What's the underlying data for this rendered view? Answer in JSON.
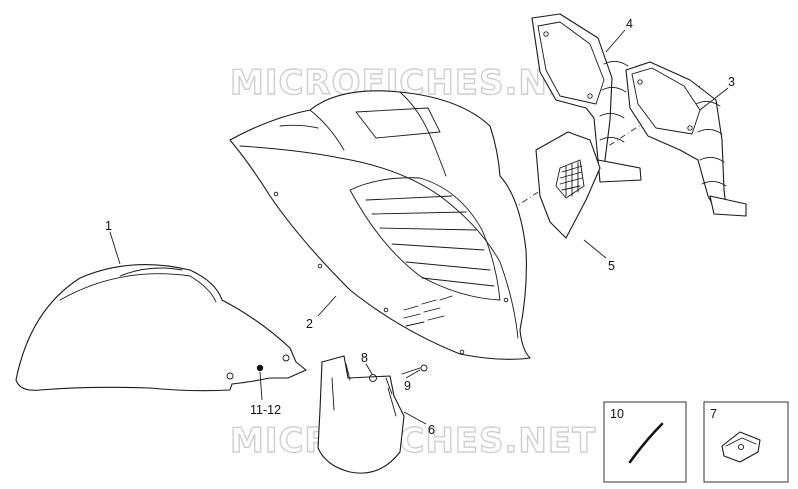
{
  "watermark": {
    "text": "MICROFICHES.NET"
  },
  "callouts": {
    "c1": "1",
    "c2": "2",
    "c3": "3",
    "c4": "4",
    "c5": "5",
    "c6": "6",
    "c7": "7",
    "c8": "8",
    "c9": "9",
    "c10": "10",
    "c11_12": "11-12"
  }
}
